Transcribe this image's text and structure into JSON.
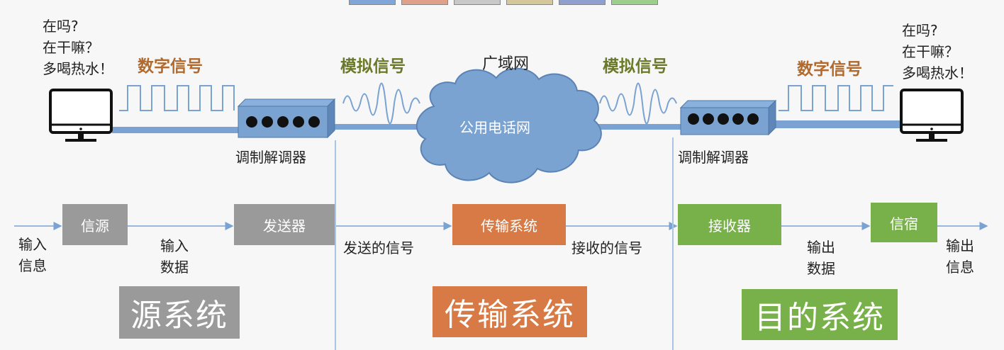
{
  "top_legend_colors": [
    "#7ea6d8",
    "#e0a08a",
    "#c0c0c0",
    "#d4c79a",
    "#8fa0d0",
    "#9ccf8c"
  ],
  "left_computer": {
    "chat": [
      "在吗?",
      "在干嘛？",
      "多喝热水！"
    ]
  },
  "right_computer": {
    "chat": [
      "在吗?",
      "在干嘛？",
      "多喝热水！"
    ]
  },
  "signals": {
    "digital_left": "数字信号",
    "analog_left": "模拟信号",
    "wan": "广域网",
    "analog_right": "模拟信号",
    "digital_right": "数字信号"
  },
  "cloud_label": "公用电话网",
  "modem_left": "调制解调器",
  "modem_right": "调制解调器",
  "flow": {
    "input_info": [
      "输入",
      "信息"
    ],
    "source": "信源",
    "input_data": [
      "输入",
      "数据"
    ],
    "transmitter": "发送器",
    "sent_signal": "发送的信号",
    "transmission": "传输系统",
    "received_signal": "接收的信号",
    "receiver": "接收器",
    "output_data": [
      "输出",
      "数据"
    ],
    "sink": "信宿",
    "output_info": [
      "输出",
      "信息"
    ]
  },
  "systems": {
    "source": "源系统",
    "transmission": "传输系统",
    "destination": "目的系统"
  },
  "colors": {
    "gray_box": "#9a9a9a",
    "orange_box": "#d77a45",
    "green_box": "#78b14a",
    "line_blue": "#7aa2d2",
    "cloud": "#7ba3d1"
  }
}
